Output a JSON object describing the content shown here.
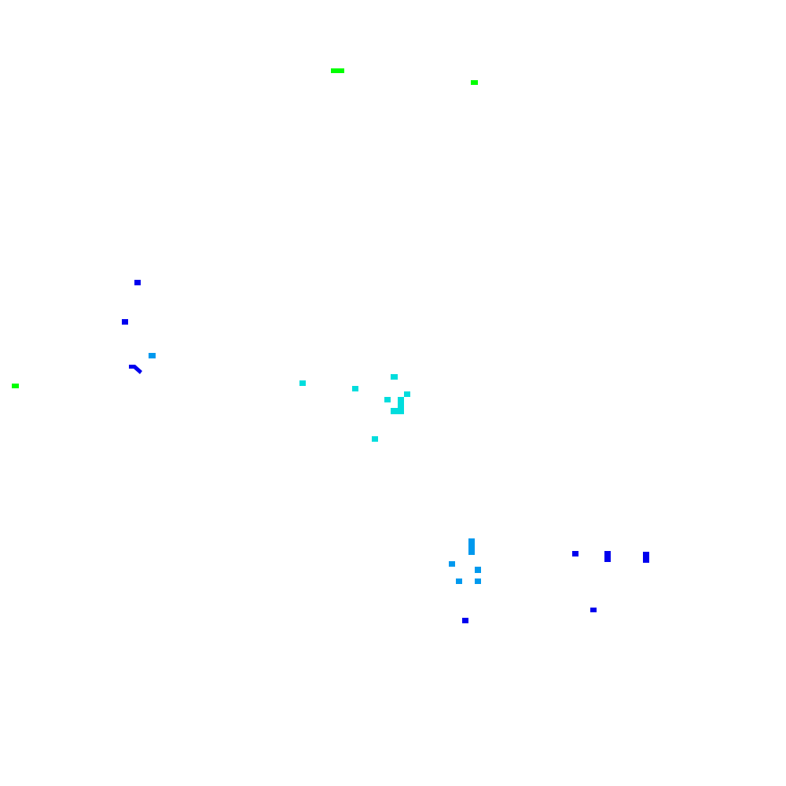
{
  "colors": {
    "background": "#ffffff",
    "green": "#00ff00",
    "blue": "#0000ee",
    "light_blue": "#0099ee",
    "cyan": "#00dddd"
  },
  "marks": [
    {
      "color": "green"
    },
    {
      "color": "green"
    },
    {
      "color": "green"
    },
    {
      "color": "blue"
    },
    {
      "color": "blue"
    },
    {
      "color": "blue"
    },
    {
      "color": "blue"
    },
    {
      "color": "blue"
    },
    {
      "color": "blue"
    },
    {
      "color": "blue"
    },
    {
      "color": "blue"
    },
    {
      "color": "light_blue"
    },
    {
      "color": "light_blue"
    },
    {
      "color": "light_blue"
    },
    {
      "color": "light_blue"
    },
    {
      "color": "light_blue"
    },
    {
      "color": "light_blue"
    },
    {
      "color": "cyan"
    },
    {
      "color": "cyan"
    },
    {
      "color": "cyan"
    },
    {
      "color": "cyan"
    },
    {
      "color": "cyan"
    },
    {
      "color": "cyan"
    },
    {
      "color": "cyan"
    },
    {
      "color": "cyan"
    }
  ]
}
